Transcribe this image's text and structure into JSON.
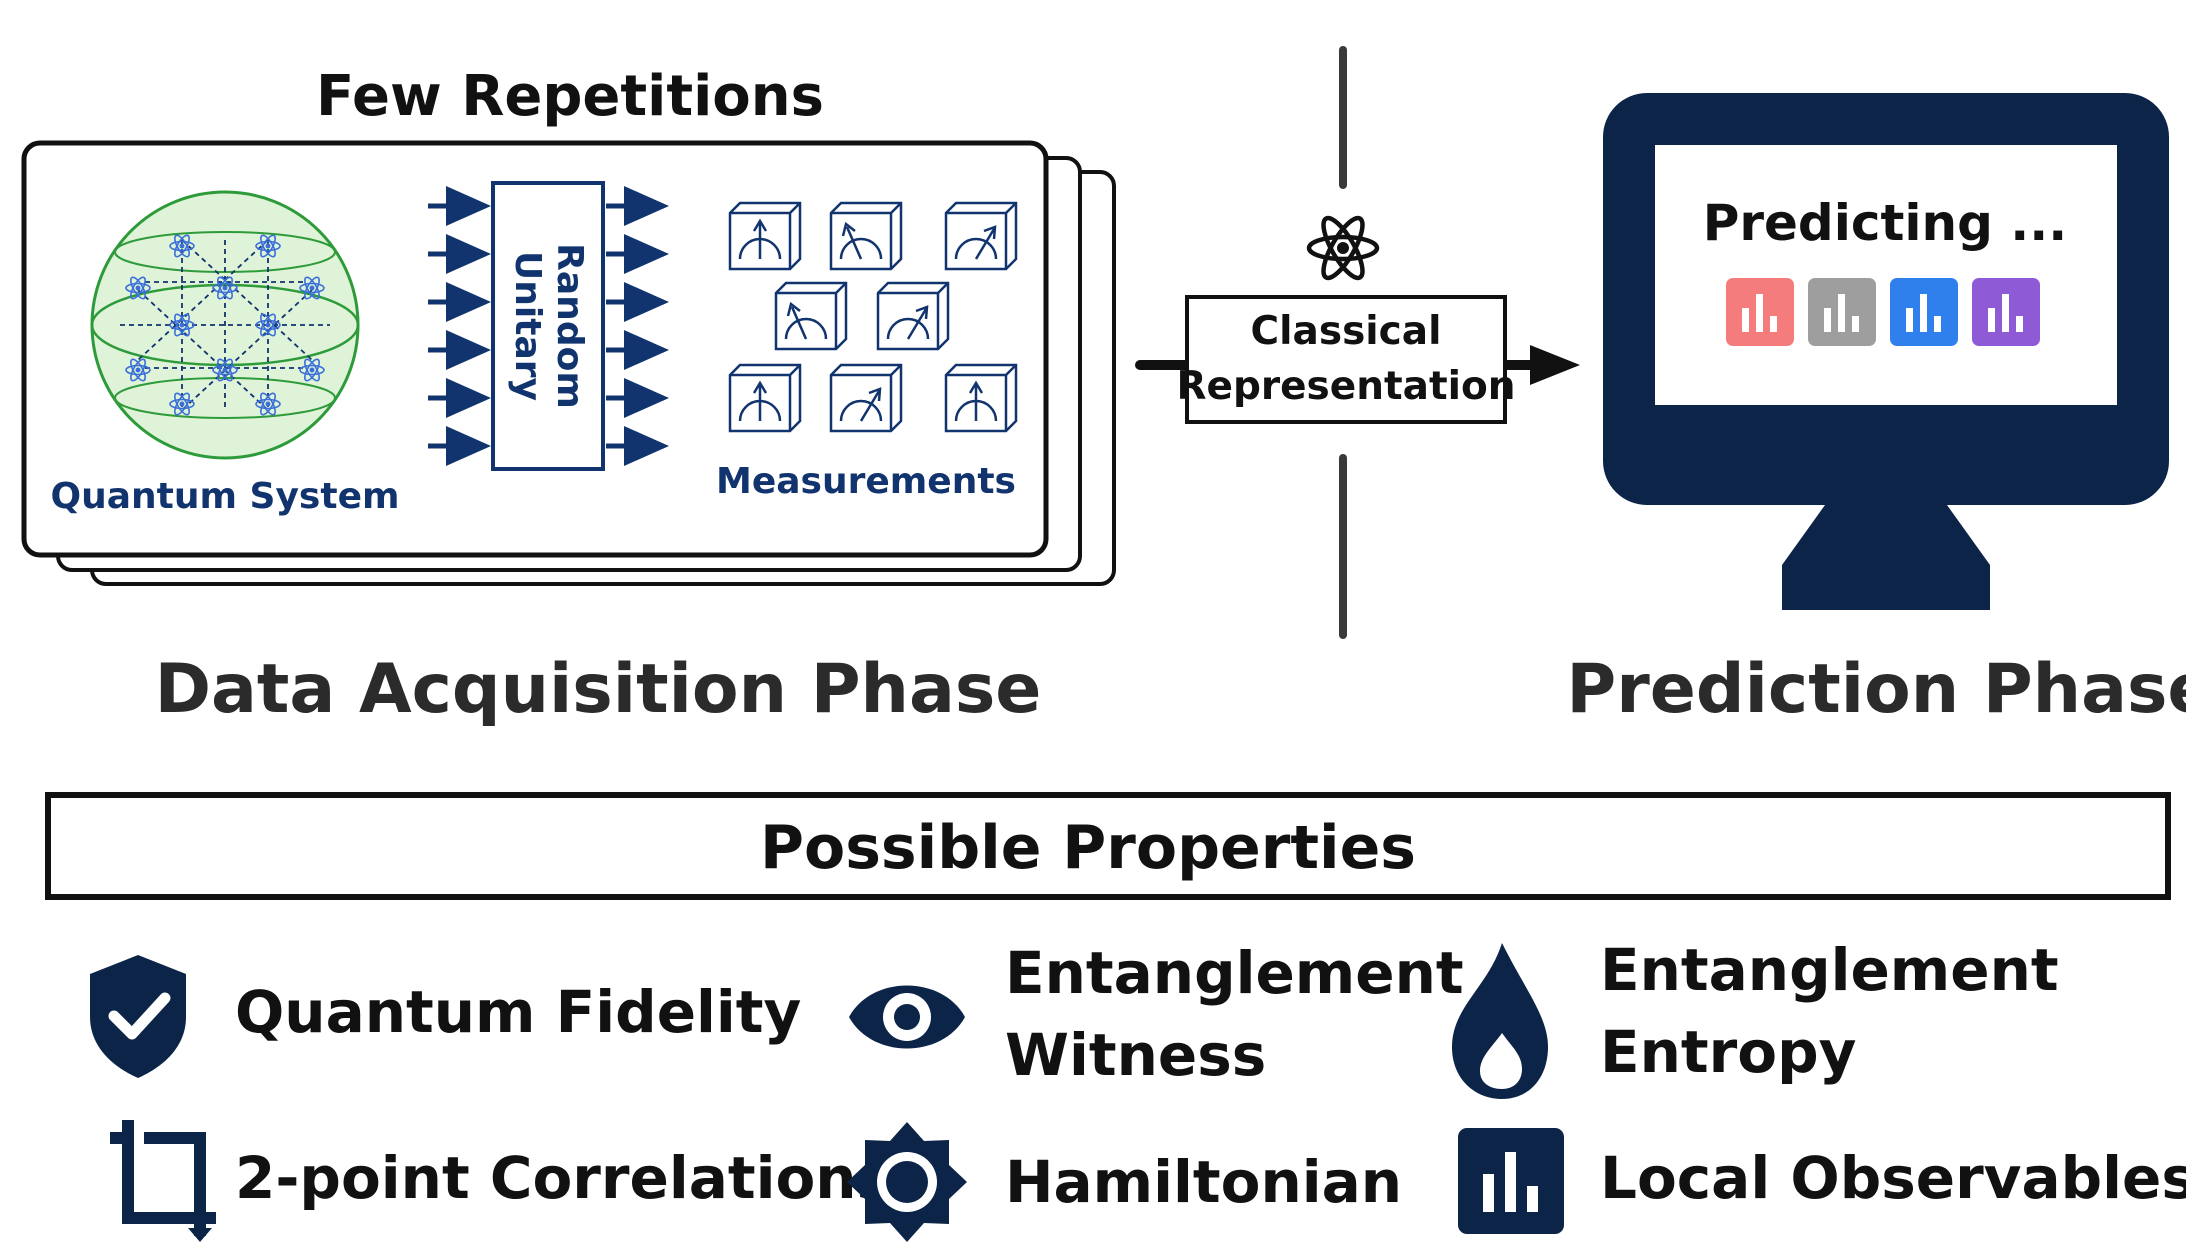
{
  "title_few_repetitions": "Few Repetitions",
  "random_unitary": {
    "line1": "Random",
    "line2": "Unitary"
  },
  "quantum_system_label": "Quantum System",
  "measurements_label": "Measurements",
  "classical_representation": {
    "line1": "Classical",
    "line2": "Representation"
  },
  "predicting_label": "Predicting ...",
  "data_acquisition_phase": "Data Acquisition Phase",
  "prediction_phase": "Prediction Phase",
  "possible_properties_title": "Possible Properties",
  "properties": {
    "quantum_fidelity": "Quantum Fidelity",
    "entanglement_witness": {
      "line1": "Entanglement",
      "line2": "Witness"
    },
    "entanglement_entropy": {
      "line1": "Entanglement",
      "line2": "Entropy"
    },
    "two_point_correlations": "2-point Correlations",
    "hamiltonian": "Hamiltonian",
    "local_observables": "Local Observables"
  },
  "icons": {
    "quantum_fidelity": "shield-check-icon",
    "entanglement_witness": "eye-icon",
    "entanglement_entropy": "flame-icon",
    "two_point_correlations": "crop-icon",
    "hamiltonian": "brightness-icon",
    "local_observables": "bar-chart-icon",
    "classical_representation": "atom-icon"
  },
  "colors": {
    "navy": "#0b2447",
    "label_blue": "#12346e",
    "sphere_green": "#2e9b3a",
    "sphere_fill": "#dff3d8",
    "arrow_blue": "#12346e",
    "chart_red": "#f47c7c",
    "chart_gray": "#9e9e9e",
    "chart_blue": "#2f80ed",
    "chart_purple": "#8e5ad6"
  }
}
